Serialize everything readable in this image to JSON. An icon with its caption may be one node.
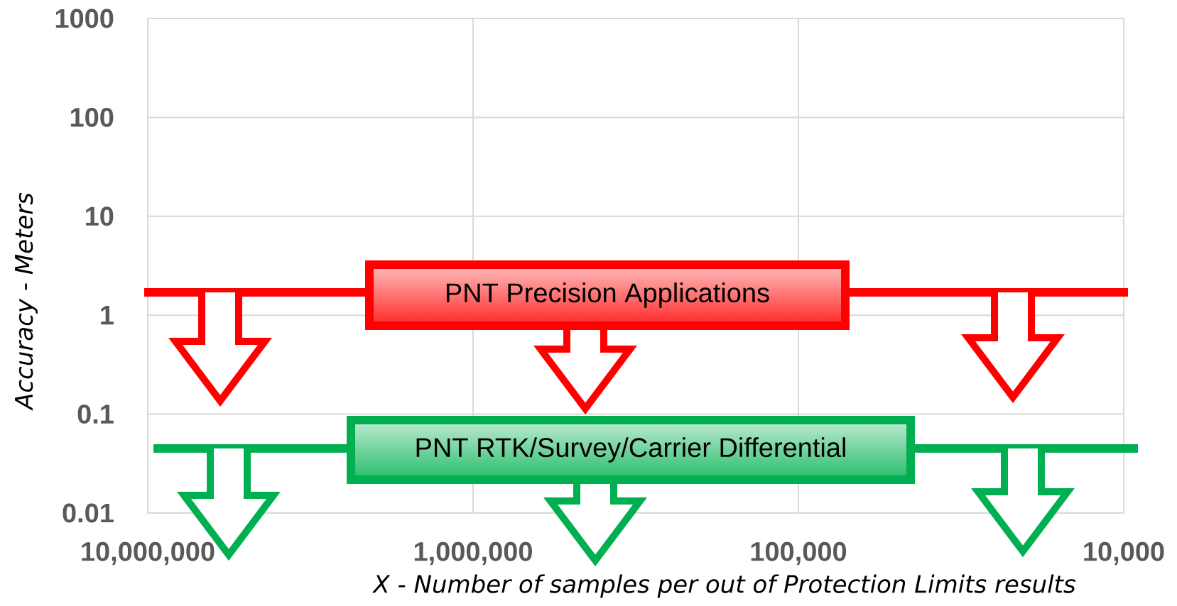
{
  "diagram": {
    "nodes": [
      {
        "text": [
          "PNT Precision Applications"
        ]
      },
      {
        "text": [
          "PNT RTK/Survey/Carrier Differential"
        ]
      }
    ],
    "edges": [
      {
        "from": 0,
        "to": 1,
        "arrow": "to"
      },
      {
        "from": 1,
        "to": null,
        "arrow": "to"
      }
    ],
    "labels": [
      "1000",
      "100",
      "10",
      "Accuracy - Meters",
      "1",
      "0.1",
      "0.01",
      "10,000,000",
      "1,000,000",
      "100,000",
      "10,000",
      "X - Number of samples per out of Protection Limits results"
    ]
  }
}
